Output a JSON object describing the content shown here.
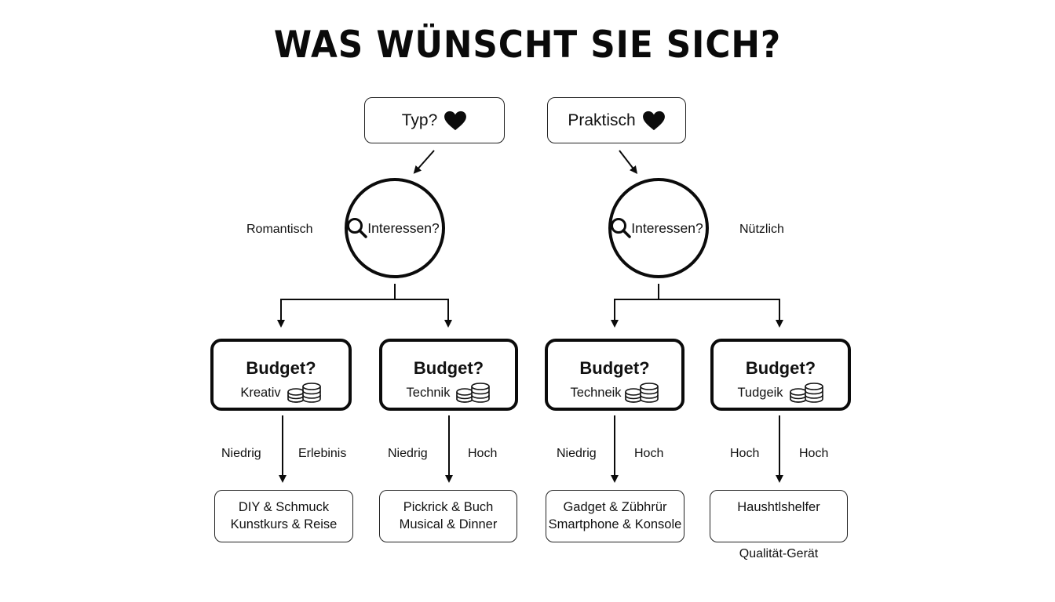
{
  "title": "WAS WÜNSCHT SIE SICH?",
  "top_nodes": [
    {
      "label": "Typ?",
      "icon": "heart-icon"
    },
    {
      "label": "Praktisch",
      "icon": "heart-icon"
    }
  ],
  "side_labels": {
    "left": "Romantisch",
    "right": "Nützlich"
  },
  "interest_nodes": [
    {
      "label": "Interessen?",
      "icon": "magnifier-icon"
    },
    {
      "label": "Interessen?",
      "icon": "magnifier-icon"
    }
  ],
  "budget_nodes": [
    {
      "title": "Budget?",
      "subtitle": "Kreativ",
      "icon": "coins-icon"
    },
    {
      "title": "Budget?",
      "subtitle": "Technik",
      "icon": "coins-icon"
    },
    {
      "title": "Budget?",
      "subtitle": "Techneik",
      "icon": "coins-icon"
    },
    {
      "title": "Budget?",
      "subtitle": "Tudgeik",
      "icon": "coins-icon"
    }
  ],
  "edge_labels": [
    {
      "left": "Niedrig",
      "right": "Erlebinis"
    },
    {
      "left": "Niedrig",
      "right": "Hoch"
    },
    {
      "left": "Niedrig",
      "right": "Hoch"
    },
    {
      "left": "Hoch",
      "right": "Hoch"
    }
  ],
  "results": [
    {
      "line1": "DIY & Schmuck",
      "line2": "Kunstkurs & Reise"
    },
    {
      "line1": "Pickrick & Buch",
      "line2": "Musical & Dinner"
    },
    {
      "line1": "Gadget & Zübhrür",
      "line2": "Smartphone & Konsole"
    },
    {
      "line1": "Haushtlshelfer",
      "line2": ""
    }
  ],
  "result_note": "Qualität-Gerät",
  "colors": {
    "background": "#ffffff",
    "stroke": "#0b0b0b",
    "text": "#111111"
  }
}
